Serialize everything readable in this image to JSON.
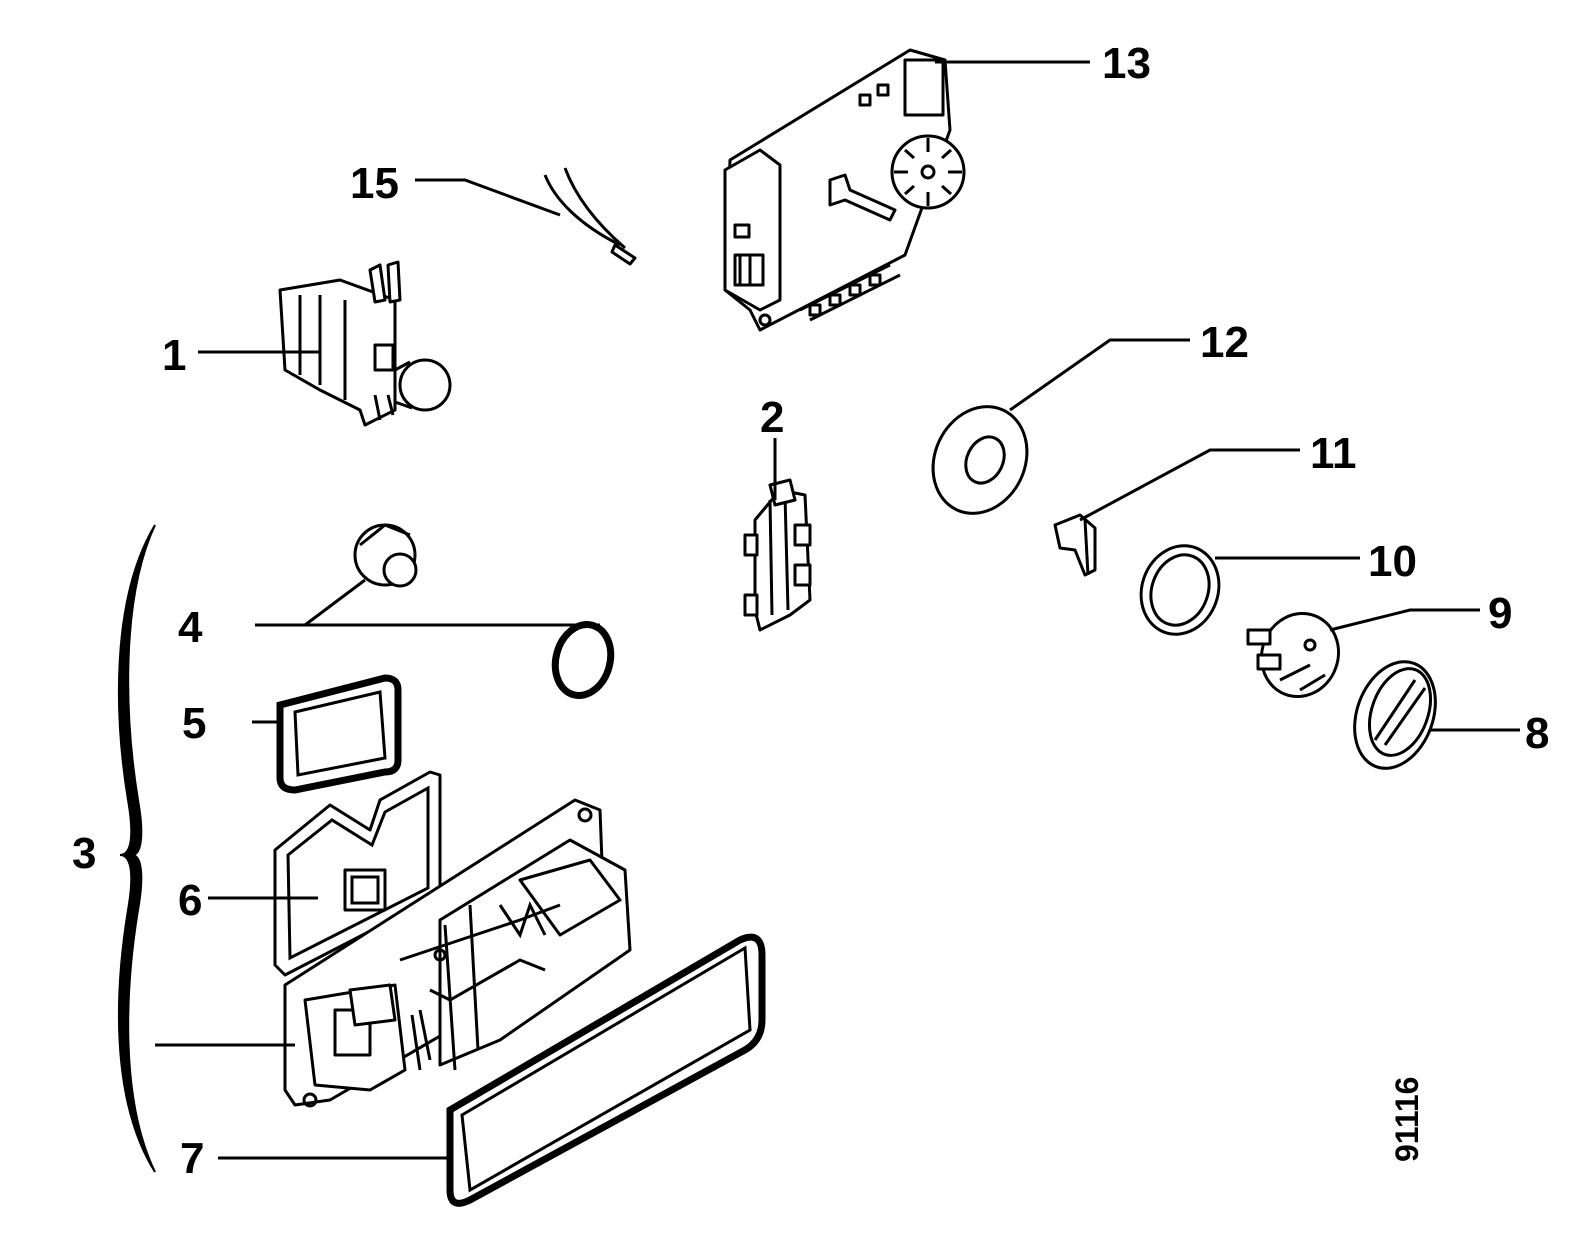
{
  "labels": {
    "l1": "1",
    "l2": "2",
    "l3": "3",
    "l4": "4",
    "l5": "5",
    "l6": "6",
    "l7": "7",
    "l8": "8",
    "l9": "9",
    "l10": "10",
    "l11": "11",
    "l12": "12",
    "l13": "13",
    "l15": "15"
  },
  "drawing_code": "91116",
  "colors": {
    "ink": "#000000",
    "paper": "#ffffff"
  }
}
